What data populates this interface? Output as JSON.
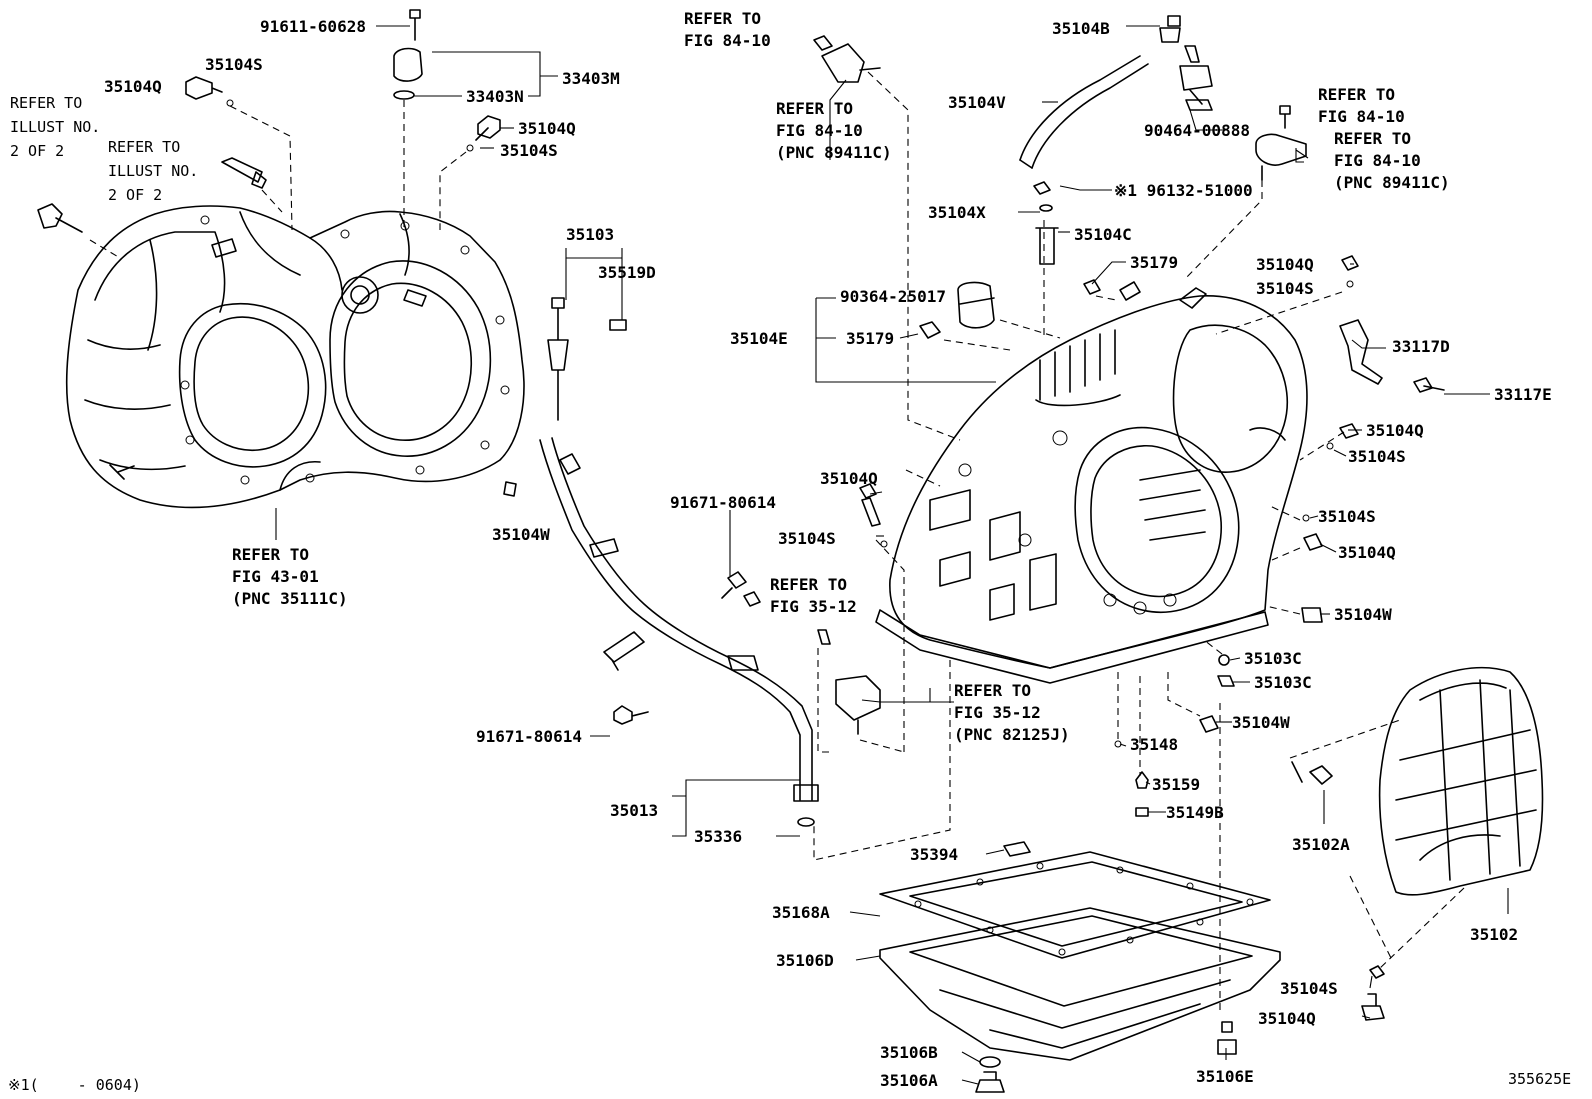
{
  "diagram": {
    "labels": [
      {
        "id": "91611-60628",
        "text": "91611-60628"
      },
      {
        "id": "35104S-a",
        "text": "35104S"
      },
      {
        "id": "35104Q-a",
        "text": "35104Q"
      },
      {
        "id": "33403M",
        "text": "33403M"
      },
      {
        "id": "33403N",
        "text": "33403N"
      },
      {
        "id": "35104Q-b",
        "text": "35104Q"
      },
      {
        "id": "35104S-b",
        "text": "35104S"
      },
      {
        "id": "35103",
        "text": "35103"
      },
      {
        "id": "35519D",
        "text": "35519D"
      },
      {
        "id": "35104W-a",
        "text": "35104W"
      },
      {
        "id": "91671-80614-a",
        "text": "91671-80614"
      },
      {
        "id": "91671-80614-b",
        "text": "91671-80614"
      },
      {
        "id": "35013",
        "text": "35013"
      },
      {
        "id": "35336",
        "text": "35336"
      },
      {
        "id": "35104B",
        "text": "35104B"
      },
      {
        "id": "35104V",
        "text": "35104V"
      },
      {
        "id": "90464-00888",
        "text": "90464-00888"
      },
      {
        "id": "96132-51000",
        "text": "※1 96132-51000"
      },
      {
        "id": "35104X",
        "text": "35104X"
      },
      {
        "id": "35104C",
        "text": "35104C"
      },
      {
        "id": "35179-a",
        "text": "35179"
      },
      {
        "id": "90364-25017",
        "text": "90364-25017"
      },
      {
        "id": "35104E",
        "text": "35104E"
      },
      {
        "id": "35179-b",
        "text": "35179"
      },
      {
        "id": "35104Q-c",
        "text": "35104Q"
      },
      {
        "id": "35104S-c",
        "text": "35104S"
      },
      {
        "id": "35104Q-d",
        "text": "35104Q"
      },
      {
        "id": "35104S-d",
        "text": "35104S"
      },
      {
        "id": "33117D",
        "text": "33117D"
      },
      {
        "id": "33117E",
        "text": "33117E"
      },
      {
        "id": "35104Q-e",
        "text": "35104Q"
      },
      {
        "id": "35104S-e",
        "text": "35104S"
      },
      {
        "id": "35104S-f",
        "text": "35104S"
      },
      {
        "id": "35104Q-f",
        "text": "35104Q"
      },
      {
        "id": "35104W-b",
        "text": "35104W"
      },
      {
        "id": "35103C-a",
        "text": "35103C"
      },
      {
        "id": "35103C-b",
        "text": "35103C"
      },
      {
        "id": "35104W-c",
        "text": "35104W"
      },
      {
        "id": "35148",
        "text": "35148"
      },
      {
        "id": "35159",
        "text": "35159"
      },
      {
        "id": "35149B",
        "text": "35149B"
      },
      {
        "id": "35394",
        "text": "35394"
      },
      {
        "id": "35168A",
        "text": "35168A"
      },
      {
        "id": "35106D",
        "text": "35106D"
      },
      {
        "id": "35106B",
        "text": "35106B"
      },
      {
        "id": "35106A",
        "text": "35106A"
      },
      {
        "id": "35106E",
        "text": "35106E"
      },
      {
        "id": "35102A",
        "text": "35102A"
      },
      {
        "id": "35102",
        "text": "35102"
      },
      {
        "id": "35104S-g",
        "text": "35104S"
      },
      {
        "id": "35104Q-g",
        "text": "35104Q"
      }
    ],
    "references": [
      {
        "id": "ref-illust-1",
        "lines": [
          "REFER TO",
          "ILLUST NO.",
          "2 OF 2"
        ]
      },
      {
        "id": "ref-illust-2",
        "lines": [
          "REFER TO",
          "ILLUST NO.",
          "2 OF 2"
        ]
      },
      {
        "id": "ref-fig-43-01",
        "lines": [
          "REFER TO",
          "FIG 43-01",
          "(PNC 35111C)"
        ]
      },
      {
        "id": "ref-fig-84-10-a",
        "lines": [
          "REFER TO",
          "FIG 84-10"
        ]
      },
      {
        "id": "ref-fig-84-10-b",
        "lines": [
          "REFER TO",
          "FIG 84-10",
          "(PNC 89411C)"
        ]
      },
      {
        "id": "ref-fig-84-10-c",
        "lines": [
          "REFER TO",
          "FIG 84-10"
        ]
      },
      {
        "id": "ref-fig-84-10-d",
        "lines": [
          "REFER TO",
          "FIG 84-10",
          "(PNC 89411C)"
        ]
      },
      {
        "id": "ref-fig-35-12-a",
        "lines": [
          "REFER TO",
          "FIG 35-12"
        ]
      },
      {
        "id": "ref-fig-35-12-b",
        "lines": [
          "REFER TO",
          "FIG 35-12",
          "(PNC 82125J)"
        ]
      }
    ],
    "footnote": "※1(　　 - 0604)",
    "figure_id": "355625E"
  }
}
